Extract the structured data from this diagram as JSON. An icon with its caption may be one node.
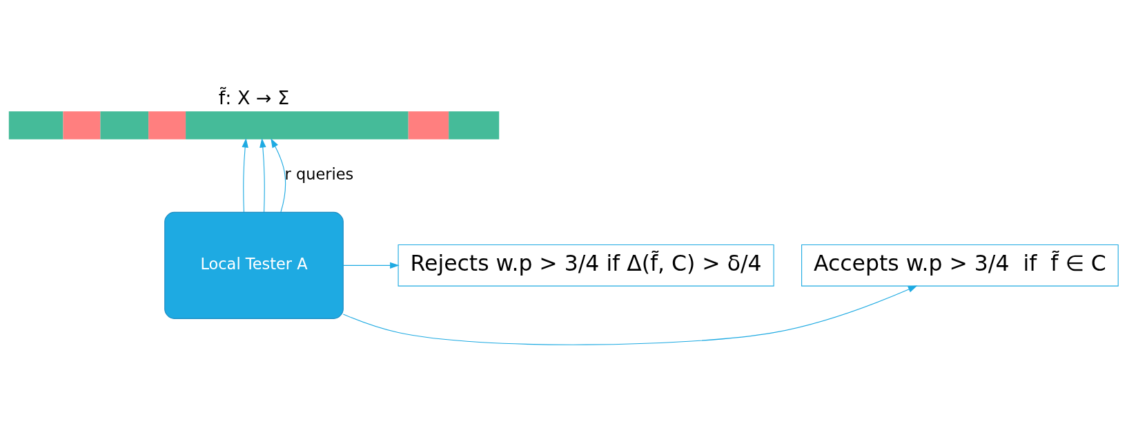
{
  "diagram": {
    "nodes": [
      {
        "text": [],
        "shape": "bar",
        "beside": [
          "f̃: X → Σ"
        ]
      },
      {
        "text": [
          "Local Tester A"
        ]
      },
      {
        "text": [
          "Accepts w.p > 3/4  if  f̃ ∈ C"
        ]
      },
      {
        "text": [
          "Rejects w.p > 3/4 if Δ(f̃, C) > δ/4"
        ]
      }
    ],
    "edges": [
      {
        "from": 1,
        "to": 0,
        "arrow": "to"
      },
      {
        "from": 1,
        "to": 0,
        "arrow": "to"
      },
      {
        "from": 1,
        "to": 0,
        "arrow": "to",
        "label": "r queries"
      },
      {
        "from": 1,
        "to": 2,
        "arrow": "to"
      },
      {
        "from": 1,
        "to": 3,
        "arrow": "to"
      }
    ]
  }
}
